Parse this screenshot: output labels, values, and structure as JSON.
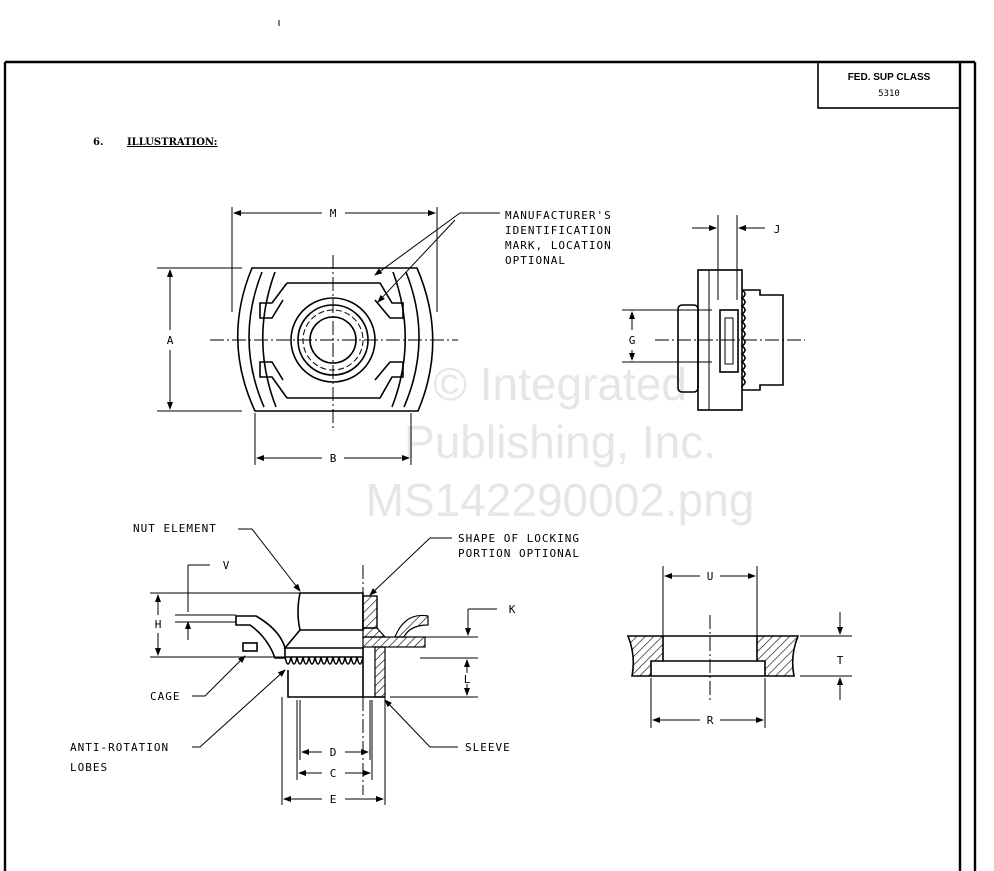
{
  "header": {
    "class_label": "FED. SUP CLASS",
    "class_number": "5310"
  },
  "section": {
    "number": "6.",
    "title": "ILLUSTRATION:"
  },
  "top_view": {
    "dims": {
      "m": "M",
      "a": "A",
      "b": "B"
    },
    "note": [
      "MANUFACTURER'S",
      "IDENTIFICATION",
      "MARK, LOCATION",
      "OPTIONAL"
    ]
  },
  "side_view": {
    "dims": {
      "j": "J",
      "g": "G"
    }
  },
  "section_view": {
    "dims": {
      "v": "V",
      "h": "H",
      "k": "K",
      "l": "L",
      "d": "D",
      "c": "C",
      "e": "E"
    },
    "labels": {
      "nut_element": "NUT ELEMENT",
      "locking": [
        "SHAPE OF LOCKING",
        "PORTION OPTIONAL"
      ],
      "cage": "CAGE",
      "anti_rotation": [
        "ANTI-ROTATION",
        "LOBES"
      ],
      "sleeve": "SLEEVE"
    }
  },
  "washer_view": {
    "dims": {
      "u": "U",
      "t": "T",
      "r": "R"
    }
  },
  "watermark": [
    "© Integrated",
    "Publishing, Inc.",
    "MS142290002.png"
  ]
}
